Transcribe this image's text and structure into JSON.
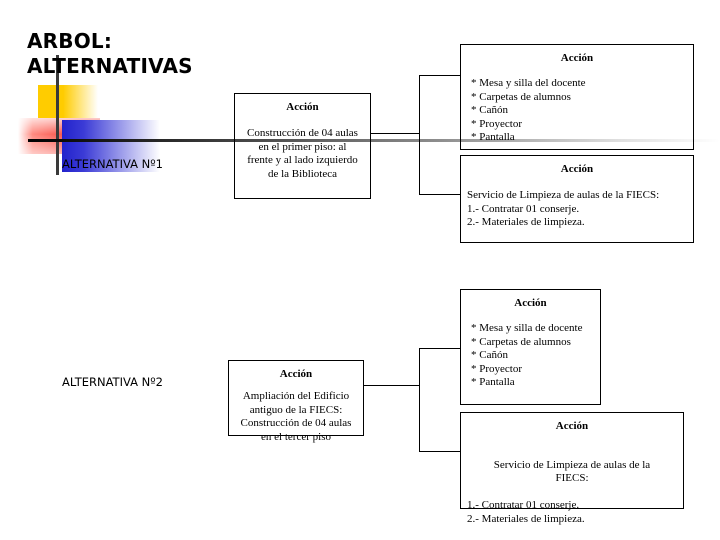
{
  "slide": {
    "title": "ARBOL:\nALTERNATIVAS",
    "background_color": "#ffffff",
    "accent_colors": {
      "yellow": "#ffcc00",
      "red": "#f4362e",
      "blue": "#2222cc",
      "rule": "#3a3a3a"
    }
  },
  "alternatives": [
    {
      "label": "ALTERNATIVA Nº1",
      "action_box": {
        "header": "Acción",
        "text": "Construcción de 04 aulas\nen el primer piso: al\nfrente y al lado izquierdo\nde la Biblioteca"
      },
      "linked_boxes": [
        {
          "header": "Acción",
          "text": "* Mesa y silla del docente\n* Carpetas de alumnos\n* Cañón\n* Proyector\n* Pantalla"
        },
        {
          "header": "Acción",
          "text": "Servicio de Limpieza de aulas de la FIECS:\n1.- Contratar 01 conserje.\n2.- Materiales de limpieza."
        }
      ]
    },
    {
      "label": "ALTERNATIVA Nº2",
      "action_box": {
        "header": "Acción",
        "text": "Ampliación del Edificio\nantiguo de la FIECS:\nConstrucción de 04 aulas\nen el tercer piso"
      },
      "linked_boxes": [
        {
          "header": "Acción",
          "text": "* Mesa y silla de docente\n* Carpetas de alumnos\n* Cañón\n* Proyector\n* Pantalla"
        },
        {
          "header": "Acción",
          "text_centered": "Servicio de Limpieza de aulas de la\nFIECS:",
          "text_left": "1.- Contratar 01 conserje.\n 2.- Materiales de limpieza."
        }
      ]
    }
  ]
}
